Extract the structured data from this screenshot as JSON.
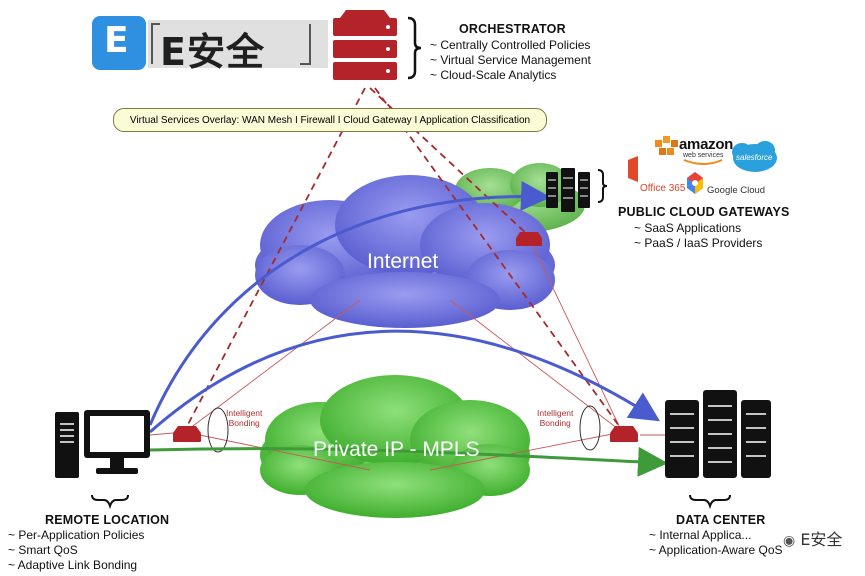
{
  "logo": {
    "letter": "E",
    "brand_text": "E安全"
  },
  "orchestrator": {
    "title": "ORCHESTRATOR",
    "items": [
      "~ Centrally Controlled Policies",
      "~ Virtual Service Management",
      "~ Cloud-Scale Analytics"
    ]
  },
  "overlay_label": "Virtual Services Overlay: WAN Mesh I Firewall I Cloud Gateway I Application Classification",
  "public_cloud": {
    "title": "PUBLIC CLOUD GATEWAYS",
    "items": [
      "~ SaaS Applications",
      "~ PaaS / IaaS Providers"
    ],
    "brands": {
      "office365": "Office 365",
      "amazon": "amazon",
      "amazon_sub": "web services",
      "google": "Google Cloud",
      "salesforce": "salesforce"
    }
  },
  "clouds": {
    "internet": "Internet",
    "mpls": "Private IP - MPLS"
  },
  "bonding_label": [
    "Intelligent",
    "Bonding"
  ],
  "remote": {
    "title": "REMOTE LOCATION",
    "items": [
      "~ Per-Application Policies",
      "~ Smart QoS",
      "~ Adaptive Link Bonding"
    ]
  },
  "datacenter": {
    "title": "DATA CENTER",
    "items": [
      "~ Internal Applica...",
      "~ Application-Aware QoS"
    ]
  },
  "watermark": "E安全",
  "colors": {
    "internet_cloud": "#6f72d8",
    "mpls_cloud": "#5fc84a",
    "small_cloud": "#78c86a",
    "device_red": "#b5232a",
    "dashed_line": "#a52a2a",
    "blue_arrow": "#4a5bd0",
    "green_arrow": "#3f9a3a",
    "overlay_fill": "#fbfbd8"
  }
}
